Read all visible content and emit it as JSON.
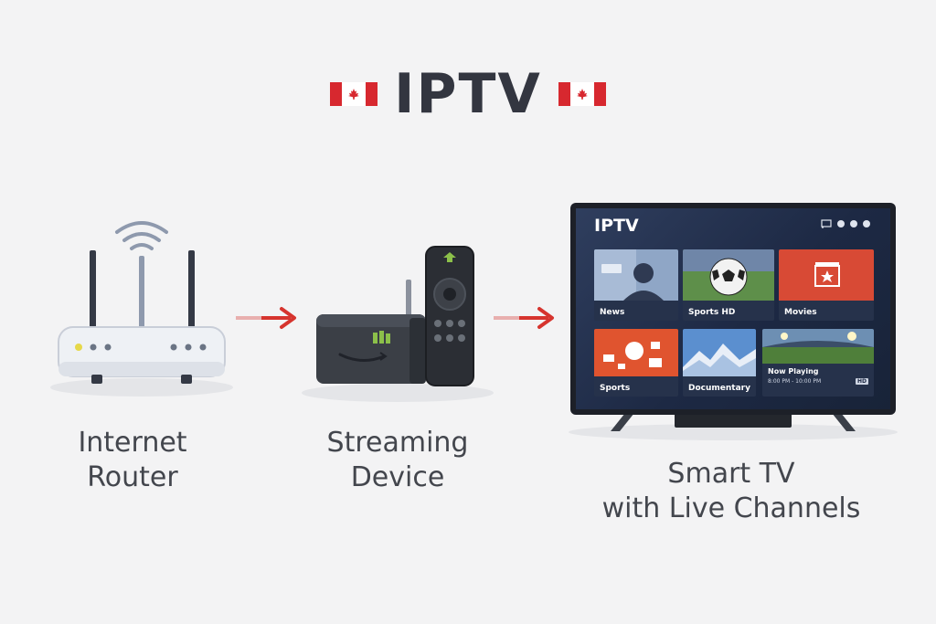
{
  "title": {
    "text": "IPTV",
    "flag_color": "#d7282f",
    "flags": [
      "canada-flag-icon",
      "canada-flag-icon"
    ]
  },
  "steps": [
    {
      "icon": "router-icon",
      "caption_line1": "Internet",
      "caption_line2": "Router"
    },
    {
      "icon": "streaming-device-icon",
      "caption_line1": "Streaming",
      "caption_line2": "Device"
    },
    {
      "icon": "smart-tv-icon",
      "caption_line1": "Smart TV",
      "caption_line2": "with Live Channels"
    }
  ],
  "arrow_color": "#d6342e",
  "tv": {
    "brand": "IPTV",
    "status_icons": [
      "cast-icon",
      "dot-icon",
      "dot-icon",
      "dot-icon"
    ],
    "tiles": [
      {
        "label": "News",
        "icon": "news-anchor-thumbnail"
      },
      {
        "label": "Sports HD",
        "icon": "soccer-ball-thumbnail"
      },
      {
        "label": "Movies",
        "icon": "movie-clapper-thumbnail"
      },
      {
        "label": "Sports",
        "icon": "sports-shapes-thumbnail"
      },
      {
        "label": "Documentary",
        "icon": "mountain-thumbnail"
      }
    ],
    "now_playing": {
      "label": "Now Playing",
      "time": "8:00 PM - 10:00 PM",
      "badge": "HD",
      "icon": "stadium-thumbnail"
    }
  }
}
